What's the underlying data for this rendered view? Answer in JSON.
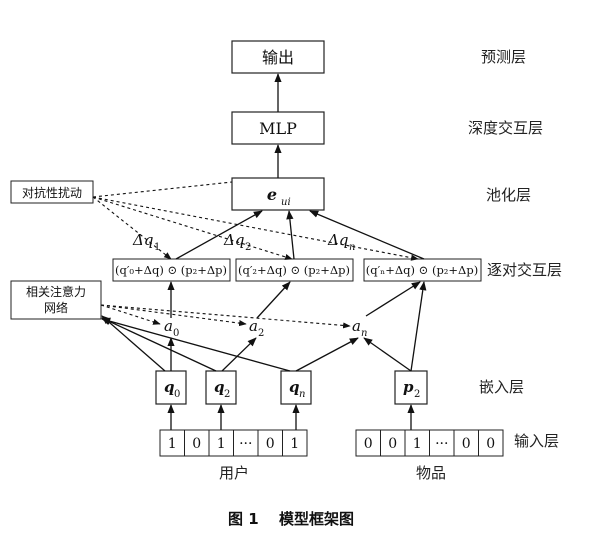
{
  "boxes": {
    "output": "输出",
    "mlp": "MLP",
    "pooling_main": "e",
    "pooling_sub": "ui"
  },
  "interaction_formulas": {
    "f0": "(q′₀+Δq) ⊙ (p₂+Δp)",
    "f2": "(q′₂+Δq) ⊙ (p₂+Δp)",
    "fn": "(q′ₙ+Δq) ⊙ (p₂+Δp)"
  },
  "perturbations": {
    "d1": {
      "main": "Δq",
      "sub": "1"
    },
    "d2": {
      "main": "Δq",
      "sub": "2"
    },
    "dn": {
      "main": "Δq",
      "sub": "n"
    }
  },
  "attention": {
    "a0": {
      "main": "a",
      "sub": "0"
    },
    "a2": {
      "main": "a",
      "sub": "2"
    },
    "an": {
      "main": "a",
      "sub": "n"
    }
  },
  "embeddings": {
    "q0": {
      "main": "q",
      "sub": "0"
    },
    "q2": {
      "main": "q",
      "sub": "2"
    },
    "qn": {
      "main": "q",
      "sub": "n"
    },
    "p2": {
      "main": "p",
      "sub": "2"
    }
  },
  "side_boxes": {
    "adversarial": "对抗性扰动",
    "attention_line1": "相关注意力",
    "attention_line2": "网络"
  },
  "user_vector": [
    "1",
    "0",
    "1",
    "···",
    "0",
    "1"
  ],
  "item_vector": [
    "0",
    "0",
    "1",
    "···",
    "0",
    "0"
  ],
  "input_labels": {
    "user": "用户",
    "item": "物品"
  },
  "layers": {
    "prediction": "预测层",
    "deep_interaction": "深度交互层",
    "pooling": "池化层",
    "pairwise_interaction": "逐对交互层",
    "embedding": "嵌入层",
    "input": "输入层"
  },
  "caption": {
    "figure": "图 1",
    "title": "模型框架图"
  }
}
